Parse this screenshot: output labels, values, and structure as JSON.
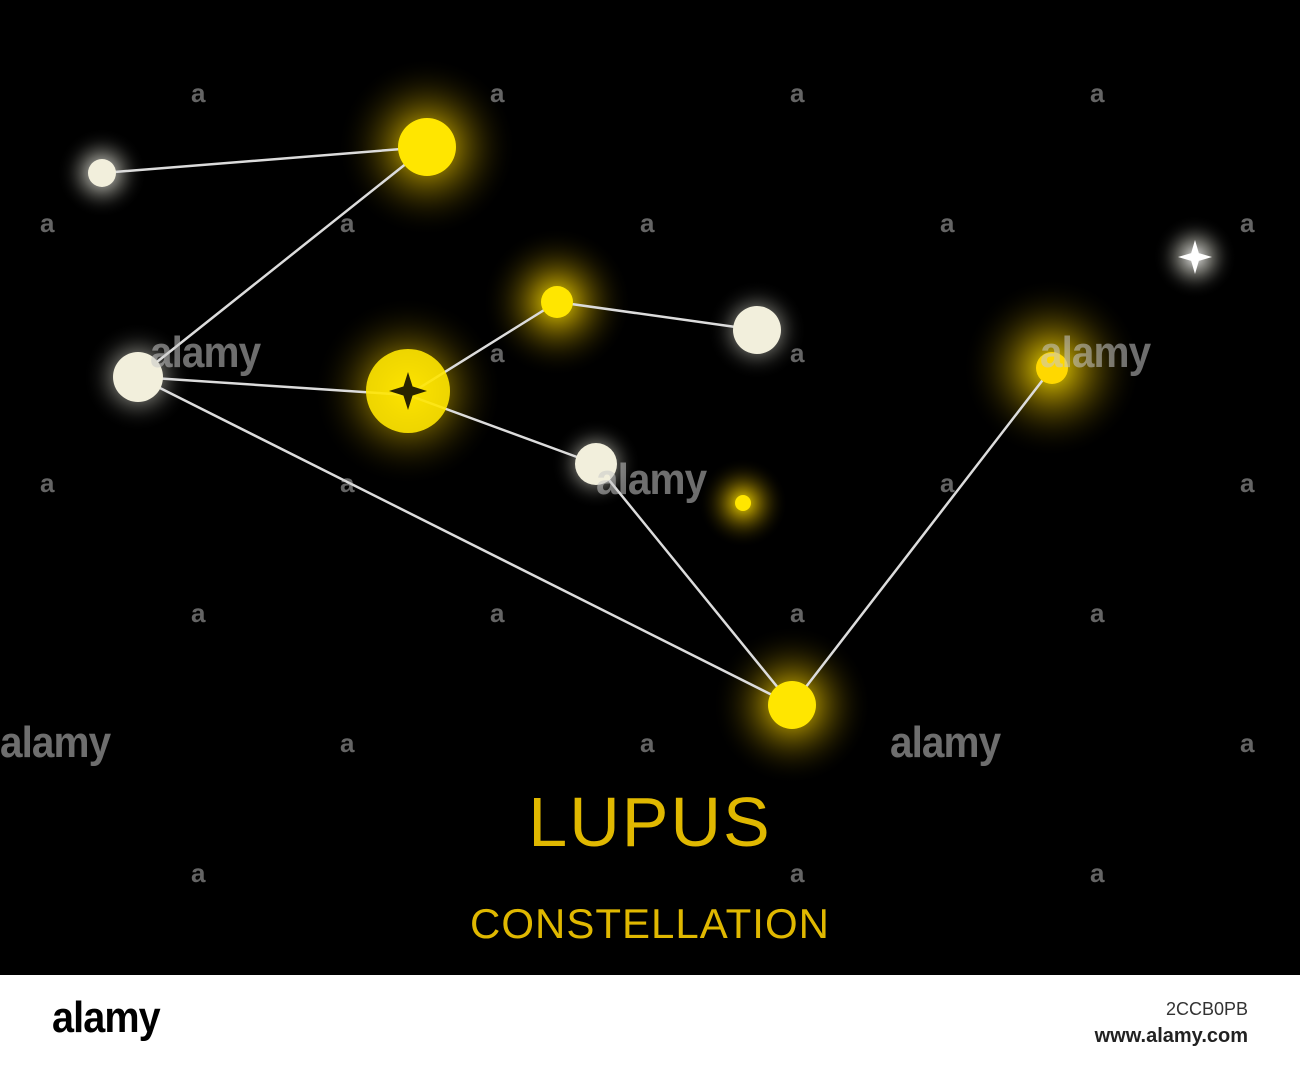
{
  "title": "LUPUS",
  "subtitle": "CONSTELLATION",
  "watermark": {
    "word": "alamy",
    "small": "a"
  },
  "footer": {
    "logo": "alamy",
    "image_id": "2CCB0PB",
    "url": "www.alamy.com"
  },
  "colors": {
    "background": "#000000",
    "title": "#e0b800",
    "yellow_star": "#ffe600",
    "white_star": "#f2efdc",
    "line": "#d8d8d8"
  }
}
